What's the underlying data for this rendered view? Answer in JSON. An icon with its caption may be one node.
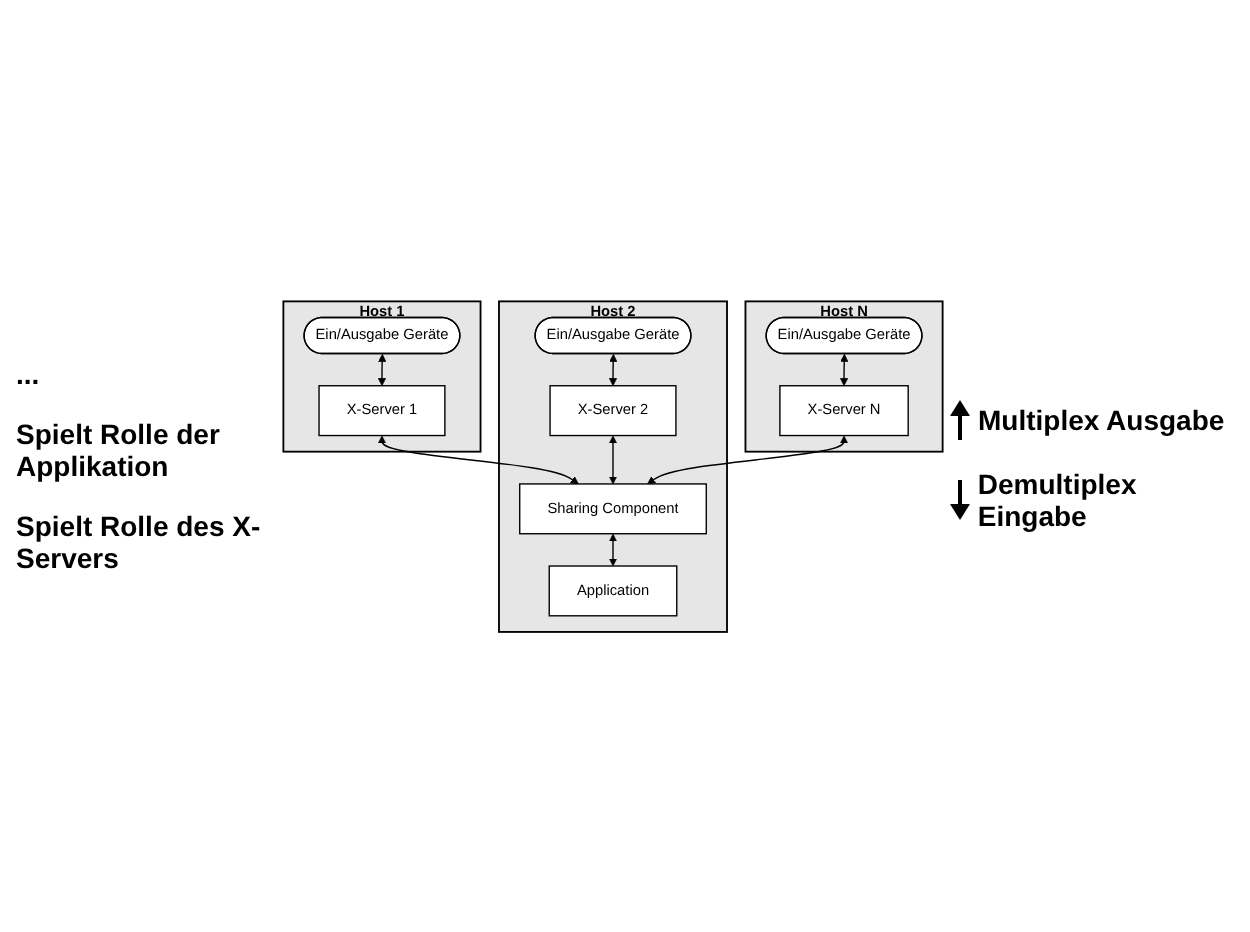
{
  "diagram": {
    "nodes": [
      {
        "text": [
          "Host 1"
        ]
      },
      {
        "text": [
          "Ein/Ausgabe Geräte"
        ],
        "in": 0
      },
      {
        "text": [
          "X-Server 1"
        ],
        "in": 0
      },
      {
        "text": [
          "Host 2"
        ]
      },
      {
        "text": [
          "Ein/Ausgabe Geräte"
        ],
        "in": 3
      },
      {
        "text": [
          "X-Server 2"
        ],
        "in": 3
      },
      {
        "text": [
          "Sharing Component"
        ],
        "in": 3
      },
      {
        "text": [
          "Application"
        ],
        "in": 3
      },
      {
        "text": [
          "Host N"
        ]
      },
      {
        "text": [
          "Ein/Ausgabe Geräte"
        ],
        "in": 8
      },
      {
        "text": [
          "X-Server N"
        ],
        "in": 8
      }
    ],
    "edges": [
      {
        "from": 1,
        "to": 2,
        "arrow": "both"
      },
      {
        "from": 4,
        "to": 5,
        "arrow": "both"
      },
      {
        "from": 9,
        "to": 10,
        "arrow": "both"
      },
      {
        "from": 2,
        "to": 6,
        "arrow": "both"
      },
      {
        "from": 5,
        "to": 6,
        "arrow": "both"
      },
      {
        "from": 10,
        "to": 6,
        "arrow": "both"
      },
      {
        "from": 6,
        "to": 7,
        "arrow": "both"
      }
    ],
    "labels": [
      "...",
      "Spielt Rolle der Applikation",
      "Spielt Rolle des X-Servers"
    ],
    "legend": [
      {
        "text": "Multiplex Ausgabe"
      },
      {
        "text": "Demultiplex Eingabe"
      }
    ]
  }
}
